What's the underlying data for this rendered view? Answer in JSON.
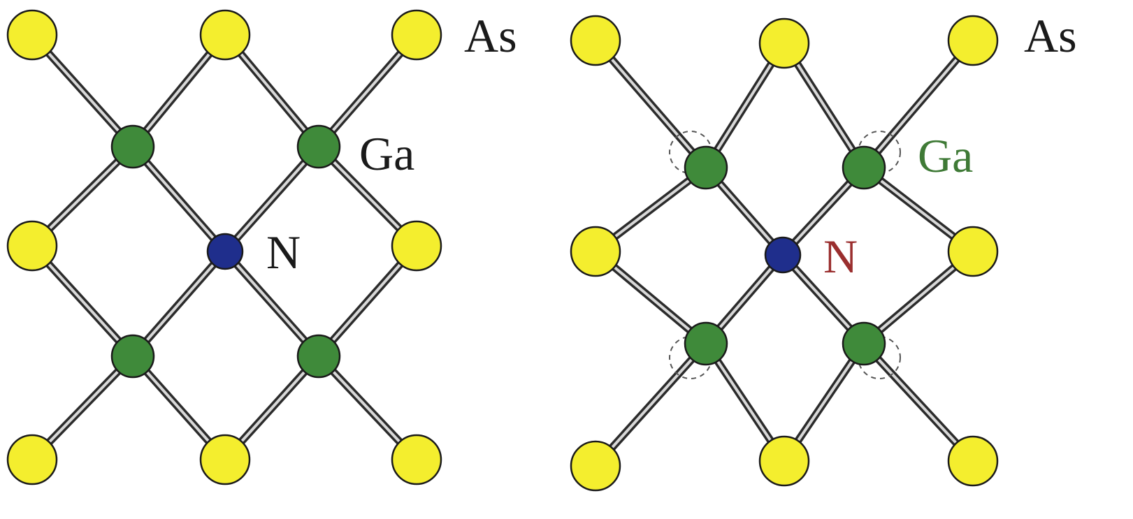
{
  "colors": {
    "as_fill": "#f4ee2e",
    "ga_fill": "#3f8a3a",
    "n_fill": "#1f2e8c",
    "outline": "#1a1a1a",
    "bond_dark": "#2b2b2b",
    "bond_light": "#d8d8d8",
    "label_black": "#1a1a1a",
    "label_ga_relaxed": "#3f7a36",
    "label_n_relaxed": "#9a2e2e",
    "ghost_outline": "#555555"
  },
  "panels": [
    {
      "id": "unrelaxed",
      "labels": {
        "as": "As",
        "ga": "Ga",
        "n": "N"
      },
      "label_colors": {
        "as": "label_black",
        "ga": "label_black",
        "n": "label_black"
      },
      "ga_displaced": false
    },
    {
      "id": "relaxed",
      "labels": {
        "as": "As",
        "ga": "Ga",
        "n": "N"
      },
      "label_colors": {
        "as": "label_black",
        "ga": "label_ga_relaxed",
        "n": "label_n_relaxed"
      },
      "ga_displaced": true
    }
  ]
}
